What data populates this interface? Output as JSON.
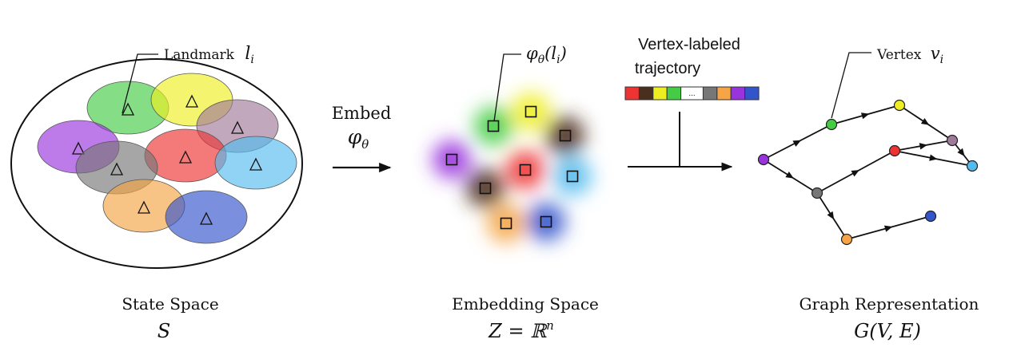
{
  "landmark_label": "Landmark",
  "landmark_symbol": "l",
  "landmark_sub": "i",
  "embed_label": "Embed",
  "embed_symbol": "φ",
  "embed_sub": "θ",
  "embedded_landmark_label": "φ",
  "embedded_landmark_sub": "θ",
  "embedded_landmark_arg_open": "(l",
  "embedded_landmark_arg_sub": "i",
  "embedded_landmark_arg_close": ")",
  "trajectory_title_line1": "Vertex-labeled",
  "trajectory_title_line2": "trajectory",
  "trajectory_ellipsis": "...",
  "vertex_label": "Vertex",
  "vertex_symbol": "v",
  "vertex_sub": "i",
  "state_space_title": "State Space",
  "state_space_symbol": "S",
  "embedding_space_title": "Embedding Space",
  "embedding_space_symbol": "Z = ℝ",
  "embedding_space_exp": "n",
  "graph_title": "Graph Representation",
  "graph_symbol": "G(V, E)",
  "colors": {
    "green": "#44cc44",
    "yellow": "#eeee22",
    "mauve": "#a07a9a",
    "purple": "#9933dd",
    "gray": "#777777",
    "red": "#ee3333",
    "lightblue": "#55bbee",
    "orange": "#f5a545",
    "blue": "#3355cc",
    "brown": "#4a2e1e"
  },
  "trajectory_cells": [
    "red",
    "brown",
    "yellow",
    "green",
    "ellipsis",
    "gray",
    "orange",
    "purple",
    "blue"
  ]
}
